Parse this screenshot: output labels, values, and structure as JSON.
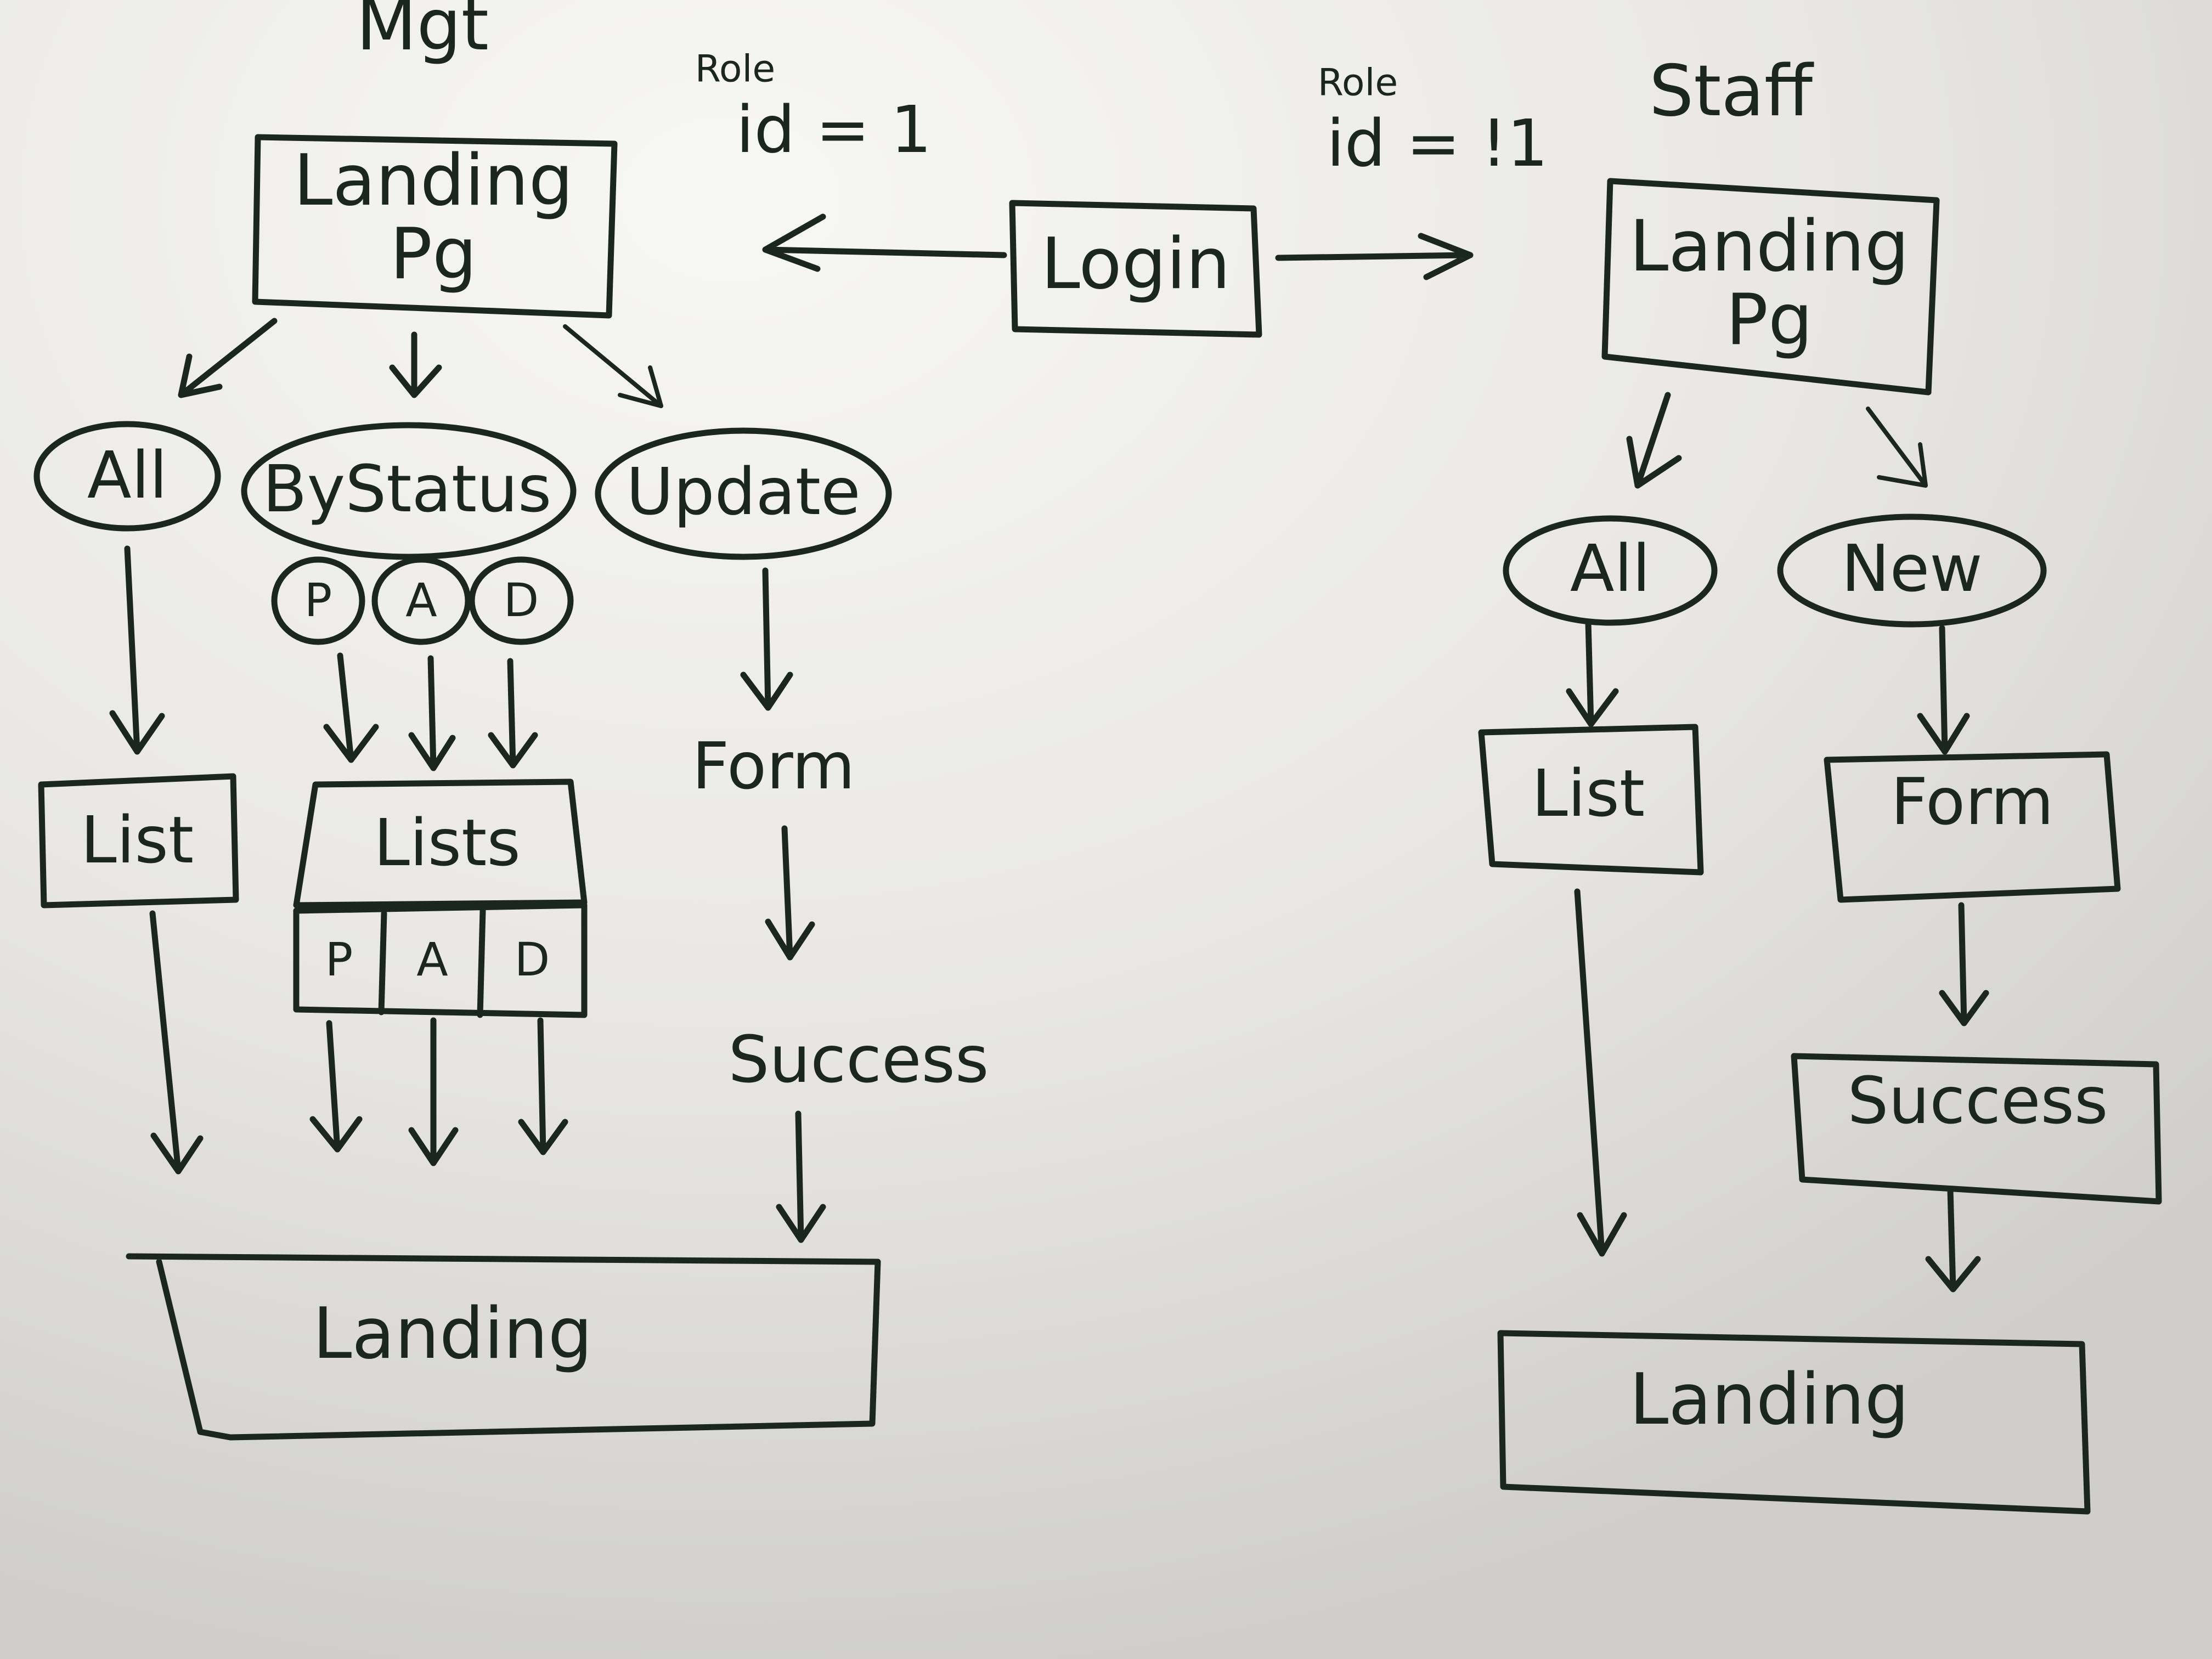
{
  "mgmt": {
    "title": "Mgt",
    "role_label": "Role",
    "role_value": "id = 1",
    "landing": "Landing\nPg",
    "all": "All",
    "by_status": "ByStatus",
    "update": "Update",
    "status_p": "P",
    "status_a": "A",
    "status_d": "D",
    "list": "List",
    "lists": "Lists",
    "lists_p": "P",
    "lists_a": "A",
    "lists_d": "D",
    "form": "Form",
    "success": "Success",
    "landing_bottom": "Landing"
  },
  "login": "Login",
  "staff": {
    "title": "Staff",
    "role_label": "Role",
    "role_value": "id = !1",
    "landing": "Landing\nPg",
    "all": "All",
    "new": "New",
    "list": "List",
    "form": "Form",
    "success": "Success",
    "landing_bottom": "Landing"
  },
  "colors": {
    "board": "#e9e8e4",
    "ink": "#1c2621"
  }
}
